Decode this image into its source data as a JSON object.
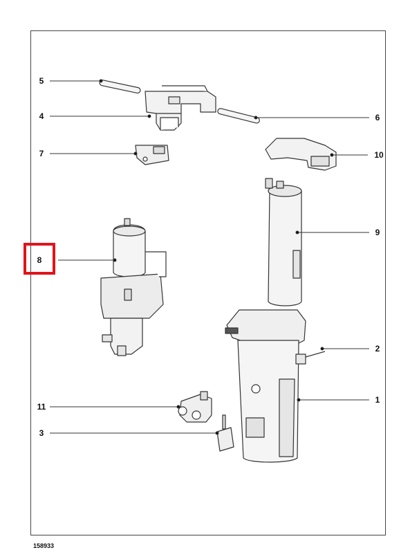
{
  "callouts": {
    "c1": "1",
    "c2": "2",
    "c3": "3",
    "c4": "4",
    "c5": "5",
    "c6": "6",
    "c7": "7",
    "c8": "8",
    "c9": "9",
    "c10": "10",
    "c11": "11"
  },
  "highlighted_callout": "8",
  "document_number": "158933",
  "colors": {
    "highlight": "#e0141b",
    "line": "#333333"
  }
}
